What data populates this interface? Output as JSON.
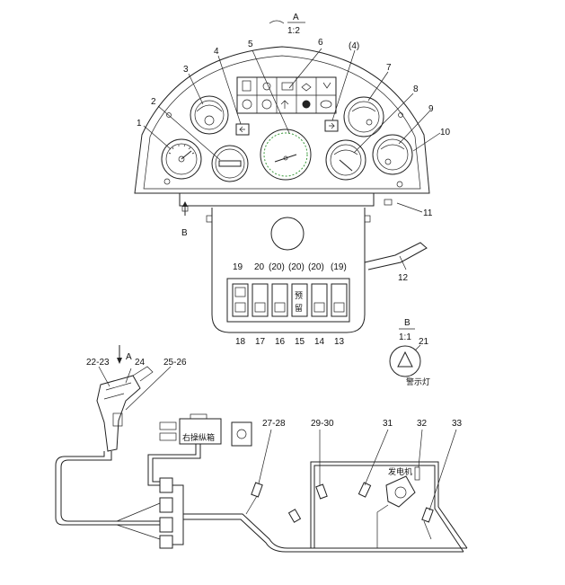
{
  "view_a": {
    "letter": "A",
    "scale": "1:2"
  },
  "view_b": {
    "letter": "B",
    "scale": "1:1",
    "caption": "警示灯"
  },
  "arrow_a": "A",
  "arrow_b": "B",
  "callouts": {
    "c1": "1",
    "c2": "2",
    "c3": "3",
    "c4": "4",
    "c5": "5",
    "c6": "6",
    "c4p": "(4)",
    "c7": "7",
    "c8": "8",
    "c9": "9",
    "c10": "10",
    "c11": "11",
    "c12": "12",
    "c13": "13",
    "c14": "14",
    "c15": "15",
    "c16": "16",
    "c17": "17",
    "c18": "18",
    "c19": "19",
    "c19p": "(19)",
    "c20": "20",
    "c20p1": "(20)",
    "c20p2": "(20)",
    "c20p3": "(20)",
    "c21": "21",
    "c2223": "22-23",
    "c24": "24",
    "c2526": "25-26",
    "c2728": "27-28",
    "c2930": "29-30",
    "c31": "31",
    "c32": "32",
    "c33": "33"
  },
  "switch_reserved": [
    "预",
    "留"
  ],
  "labels": {
    "right_console": "右操纵箱",
    "generator": "发电机"
  },
  "colors": {
    "line": "#222222",
    "tach_accent": "#3a9a3a"
  }
}
